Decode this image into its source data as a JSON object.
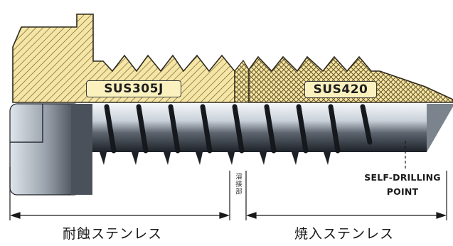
{
  "labels": {
    "material_left": "SUS305J",
    "material_right": "SUS420"
  },
  "note": {
    "line1": "SELF-DRILLING",
    "line2": "POINT"
  },
  "weld_label": "溶接部",
  "captions": {
    "left": "耐蝕ステンレス",
    "right": "焼入ステンレス"
  },
  "colors": {
    "section_fill": "#f6e6a6",
    "hatch": "#6b5a2a",
    "steel_dark": "#2b2f36",
    "steel_light": "#e9eef3"
  }
}
